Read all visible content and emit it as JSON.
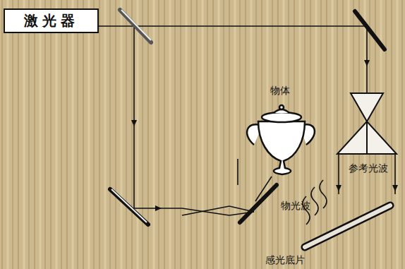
{
  "diagram": {
    "nodes": [
      {
        "text": [
          "激光器"
        ]
      }
    ],
    "labels": [
      "物体",
      "参考光波",
      "物光波",
      "感光底片"
    ]
  }
}
